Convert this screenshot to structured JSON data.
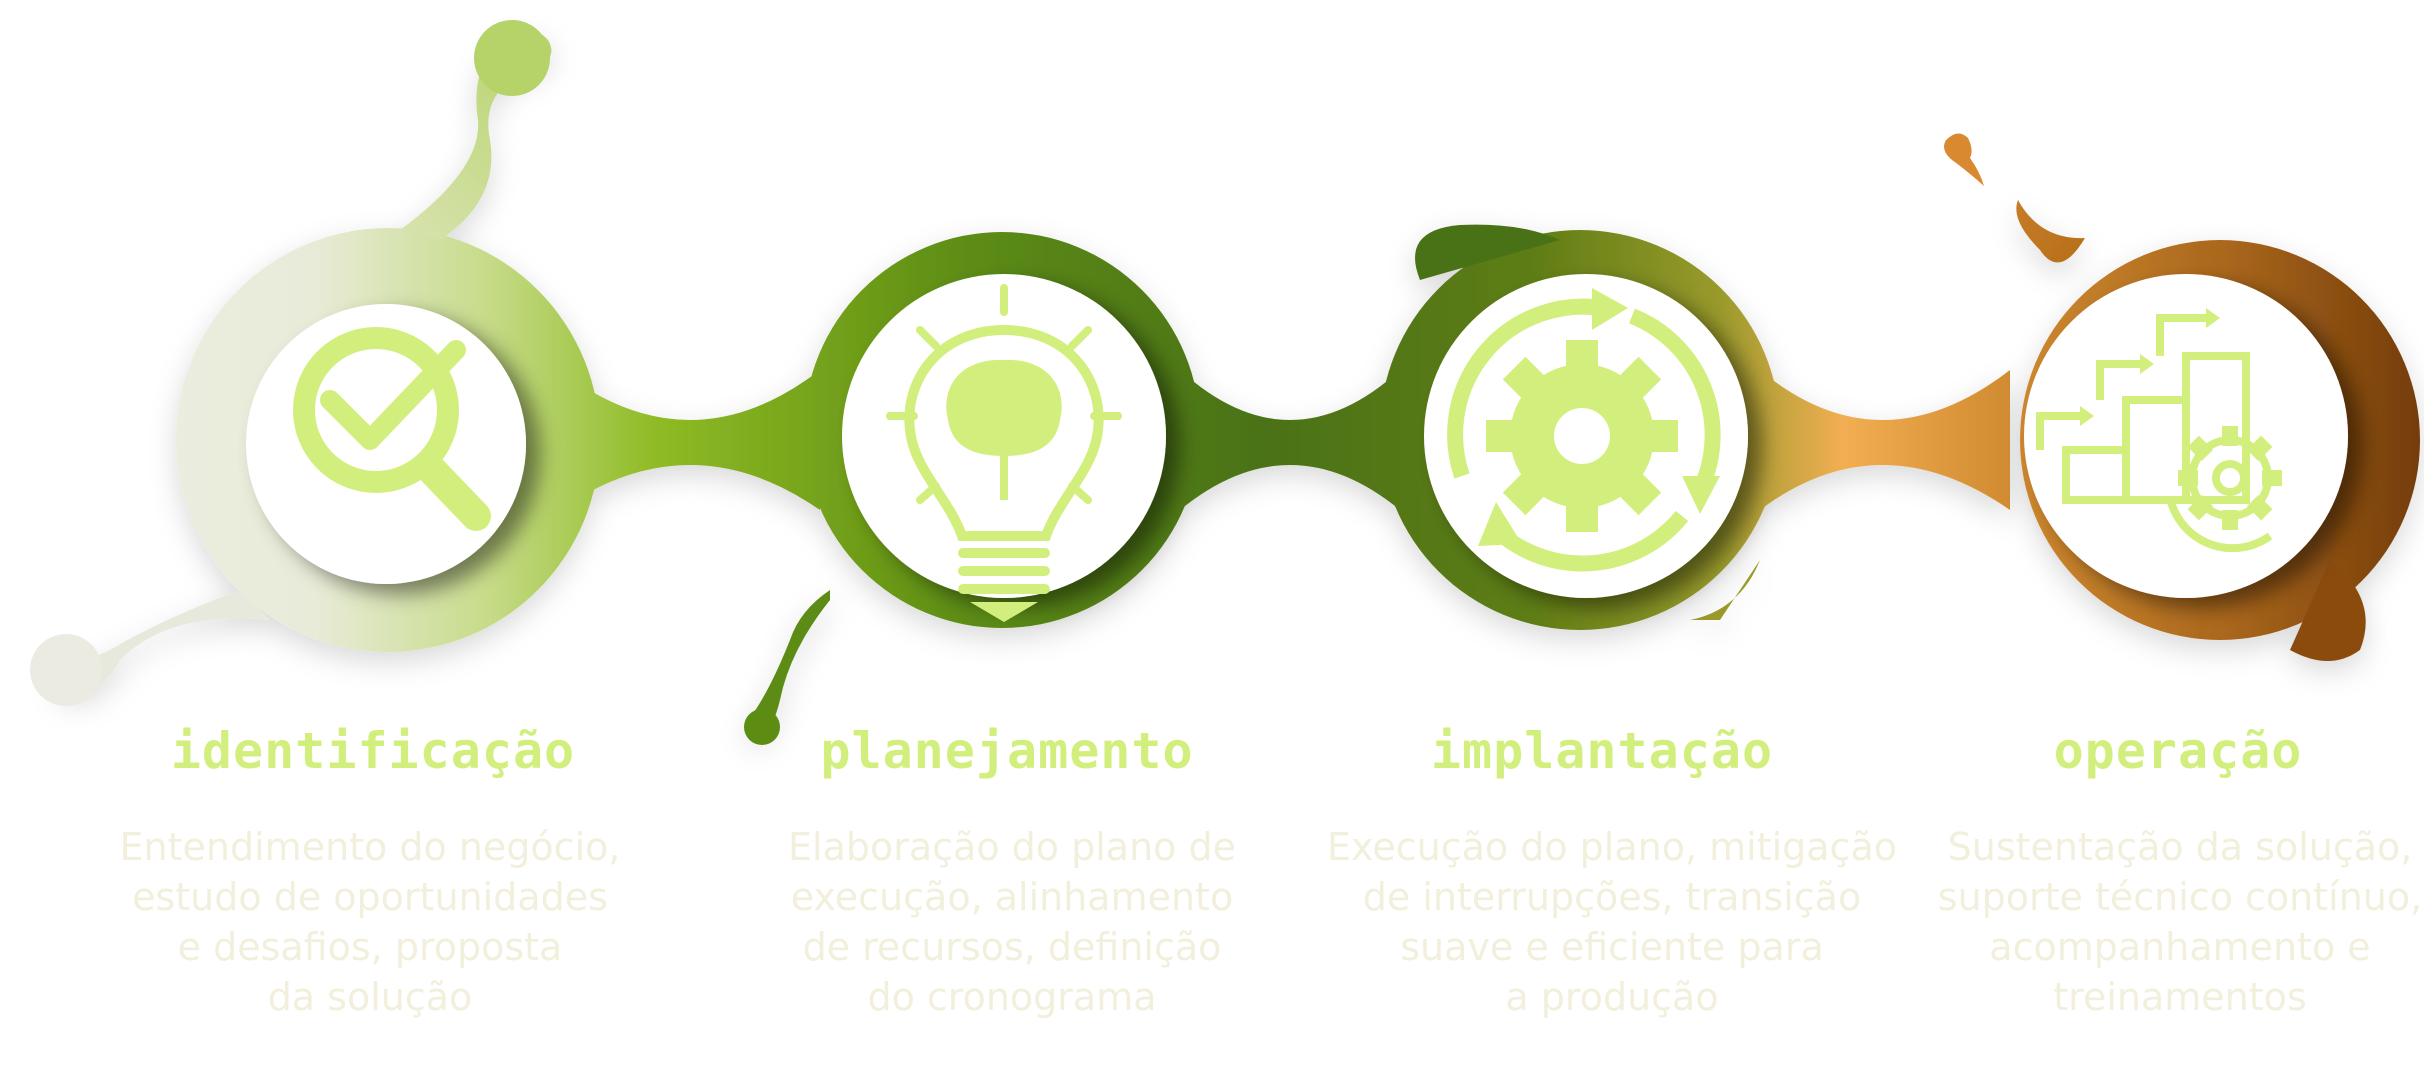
{
  "colors": {
    "accent": "#d2ef7e",
    "description_text": "#f2f0dc",
    "stage1": "#b5d368",
    "stage2": "#5b8a12",
    "stage3": "#4c7410",
    "stage4": "#b9701c"
  },
  "steps": [
    {
      "title": "identificação",
      "icon": "magnifier-check-icon",
      "description": [
        "Entendimento do negócio,",
        "estudo de oportunidades",
        "e desafios, proposta",
        "da solução"
      ]
    },
    {
      "title": "planejamento",
      "icon": "lightbulb-brain-icon",
      "description": [
        "Elaboração do plano de",
        "execução, alinhamento",
        "de recursos, definição",
        "do cronograma"
      ]
    },
    {
      "title": "implantação",
      "icon": "gear-cycle-icon",
      "description": [
        "Execução do plano, mitigação",
        "de interrupções, transição",
        "suave e eficiente para",
        "a produção"
      ]
    },
    {
      "title": "operação",
      "icon": "steps-gear-icon",
      "description": [
        "Sustentação da solução,",
        "suporte técnico contínuo,",
        "acompanhamento e",
        "treinamentos"
      ]
    }
  ]
}
